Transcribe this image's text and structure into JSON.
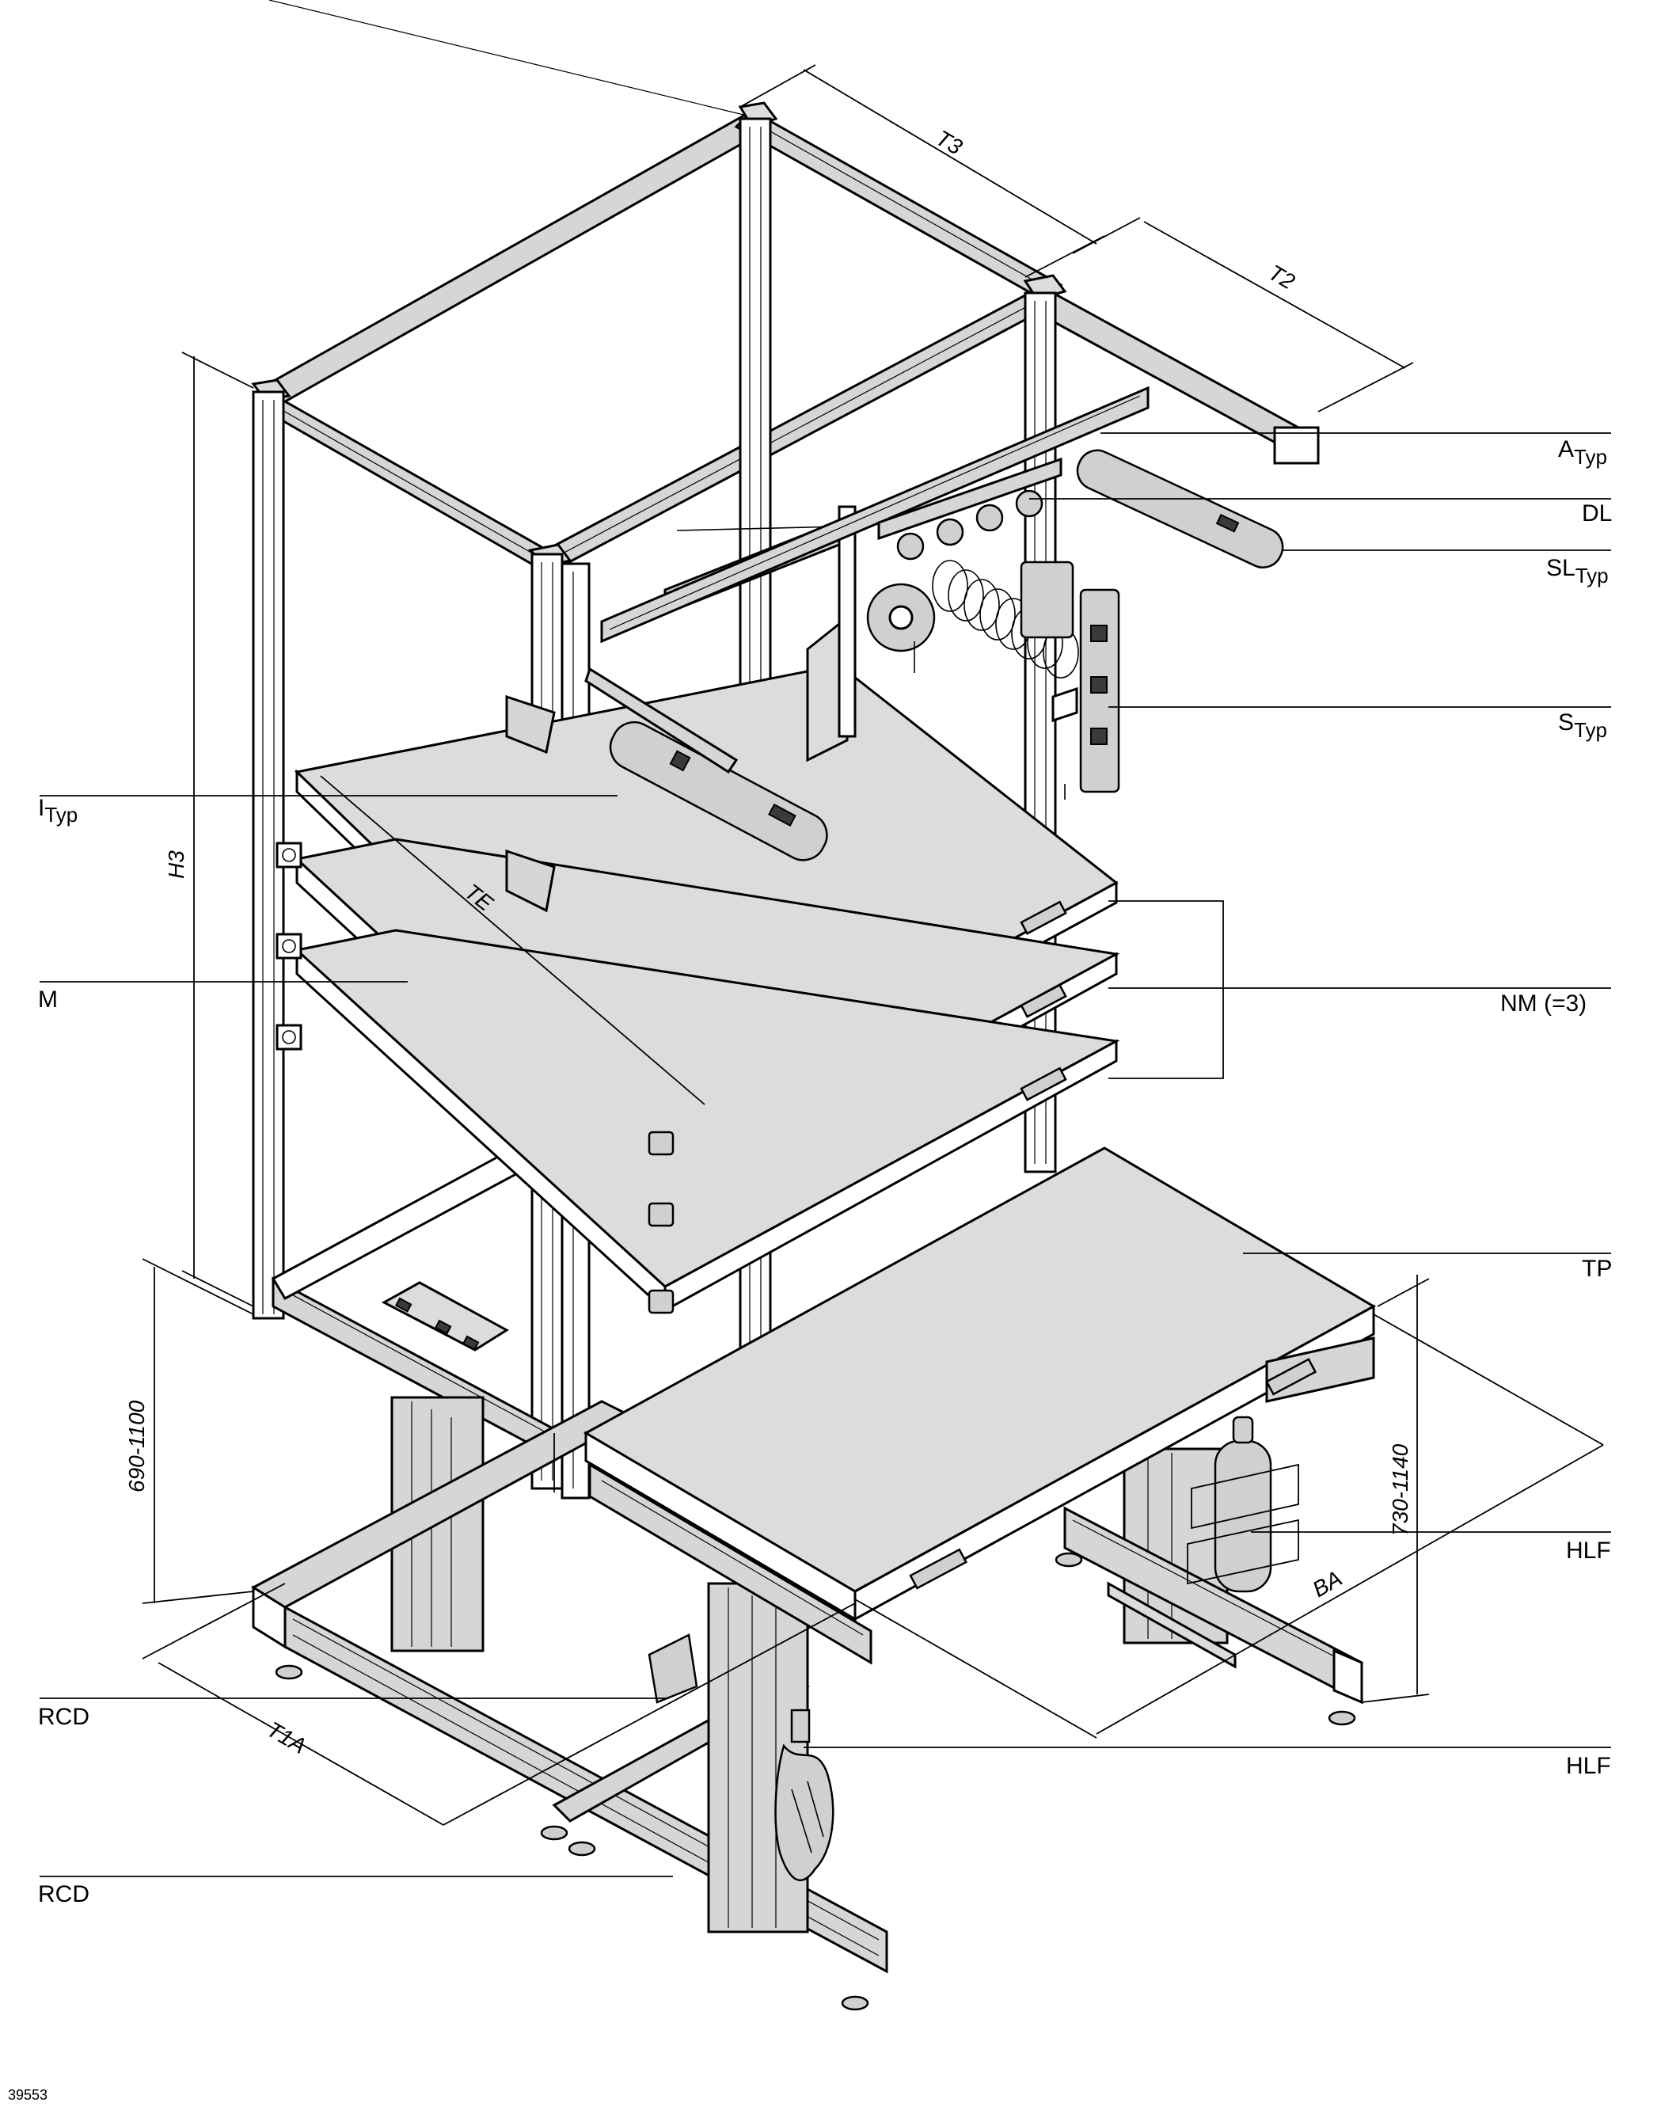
{
  "callouts": {
    "a_typ": {
      "main": "A",
      "sub": "Typ"
    },
    "dl": "DL",
    "sl_typ": {
      "main": "SL",
      "sub": "Typ"
    },
    "s_typ": {
      "main": "S",
      "sub": "Typ"
    },
    "i_typ": {
      "main": "I",
      "sub": "Typ"
    },
    "m": "M",
    "nm": "NM (=3)",
    "tp": "TP",
    "hlf_upper": "HLF",
    "hlf_lower": "HLF",
    "rcd_upper": "RCD",
    "rcd_lower": "RCD"
  },
  "dimensions": {
    "t3": "T3",
    "t2": "T2",
    "h3": "H3",
    "te": "TE",
    "height_left": "690-1100",
    "height_right": "730-1140",
    "ba": "BA",
    "t1a": "T1A"
  },
  "drawing_number": "39553"
}
